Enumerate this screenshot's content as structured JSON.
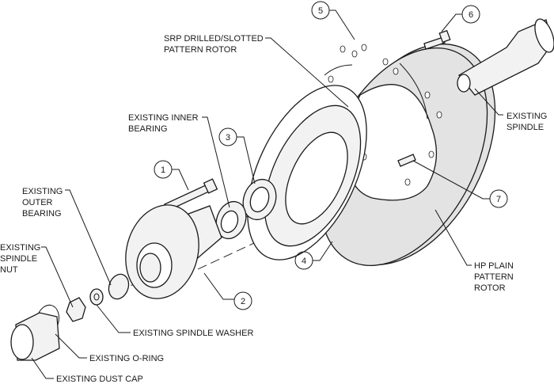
{
  "labels": {
    "srp_rotor": [
      "SRP DRILLED/SLOTTED",
      "PATTERN ROTOR"
    ],
    "inner_bearing": [
      "EXISTING INNER",
      "BEARING"
    ],
    "outer_bearing": [
      "EXISTING",
      "OUTER",
      "BEARING"
    ],
    "spindle_nut": [
      "EXISTING",
      "SPINDLE",
      "NUT"
    ],
    "spindle_washer": [
      "EXISTING SPINDLE WASHER"
    ],
    "o_ring": [
      "EXISTING O-RING"
    ],
    "dust_cap": [
      "EXISTING DUST CAP"
    ],
    "spindle": [
      "EXISTING",
      "SPINDLE"
    ],
    "hp_rotor": [
      "HP PLAIN",
      "PATTERN",
      "ROTOR"
    ]
  },
  "callouts": [
    "1",
    "2",
    "3",
    "4",
    "5",
    "6",
    "7"
  ],
  "colors": {
    "line": "#1a1a1a",
    "rotor_fill": "#e3e3e3",
    "part_fill": "#f2f2f2"
  }
}
